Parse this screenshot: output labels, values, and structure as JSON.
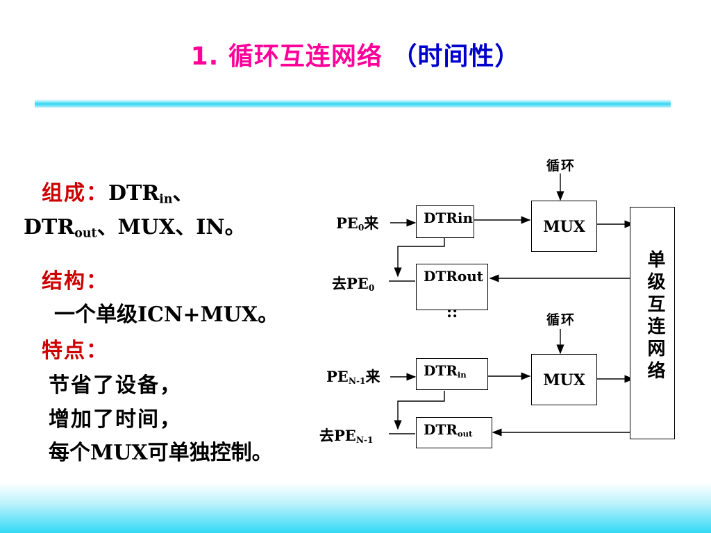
{
  "slide": {
    "title_num": "1.",
    "title_main": "循环互连网络",
    "title_paren": "（时间性）"
  },
  "left": {
    "composition_label": "组成：",
    "composition_line1_a": "DTR",
    "composition_line1_sub": "in",
    "composition_line1_b": "、",
    "composition_line2_a": "DTR",
    "composition_line2_sub": "out",
    "composition_line2_b": "、MUX、IN。",
    "structure_label": "结构：",
    "structure_text": "一个单级ICN+MUX。",
    "features_label": "特点：",
    "features": [
      "节省了设备，",
      "增加了时间，",
      "每个MUX可单独控制。"
    ]
  },
  "diagram": {
    "cycle_label": "循环",
    "pe0_in_a": "PE",
    "pe0_in_sub": "0",
    "pe0_in_b": "来",
    "pe0_out_a": "去PE",
    "pe0_out_sub": "0",
    "pen_in_a": "PE",
    "pen_in_sub": "N-1",
    "pen_in_b": "来",
    "pen_out_a": "去PE",
    "pen_out_sub": "N-1",
    "dtr_in_top": "DTRin",
    "dtr_out_top": "DTRout",
    "dtr_a": "DTR",
    "dtr_in_sub": "in",
    "dtr_out_sub": "out",
    "mux": "MUX",
    "ellipsis": "::",
    "network": "单级互连网络"
  }
}
